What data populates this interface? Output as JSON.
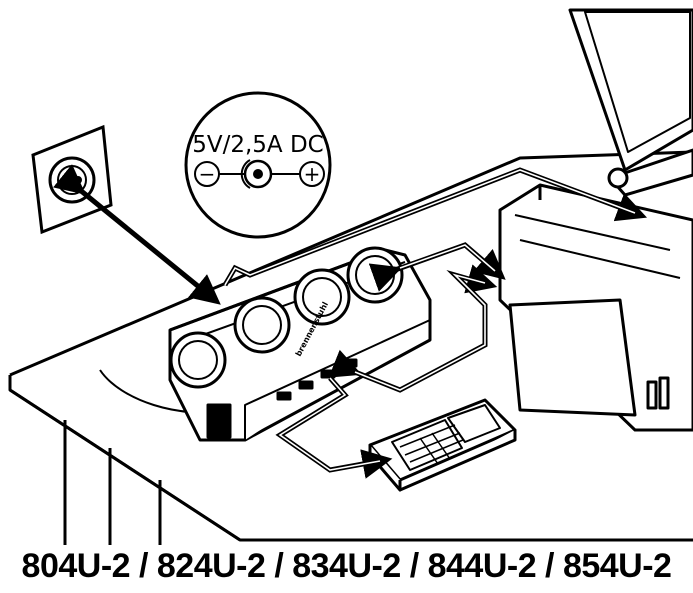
{
  "diagram": {
    "power_label": "5V/2,5A DC",
    "polarity_minus": "−",
    "polarity_plus": "+",
    "brand_logo": "brennenstuhl",
    "model_caption": "804U-2 / 824U-2 / 834U-2 / 844U-2 / 854U-2"
  },
  "colors": {
    "ink": "#000000",
    "paper": "#ffffff"
  },
  "icons": [
    "wall-socket-icon",
    "polarity-symbol-icon",
    "power-strip-icon",
    "desktop-computer-icon",
    "laptop-icon",
    "phone-icon"
  ]
}
